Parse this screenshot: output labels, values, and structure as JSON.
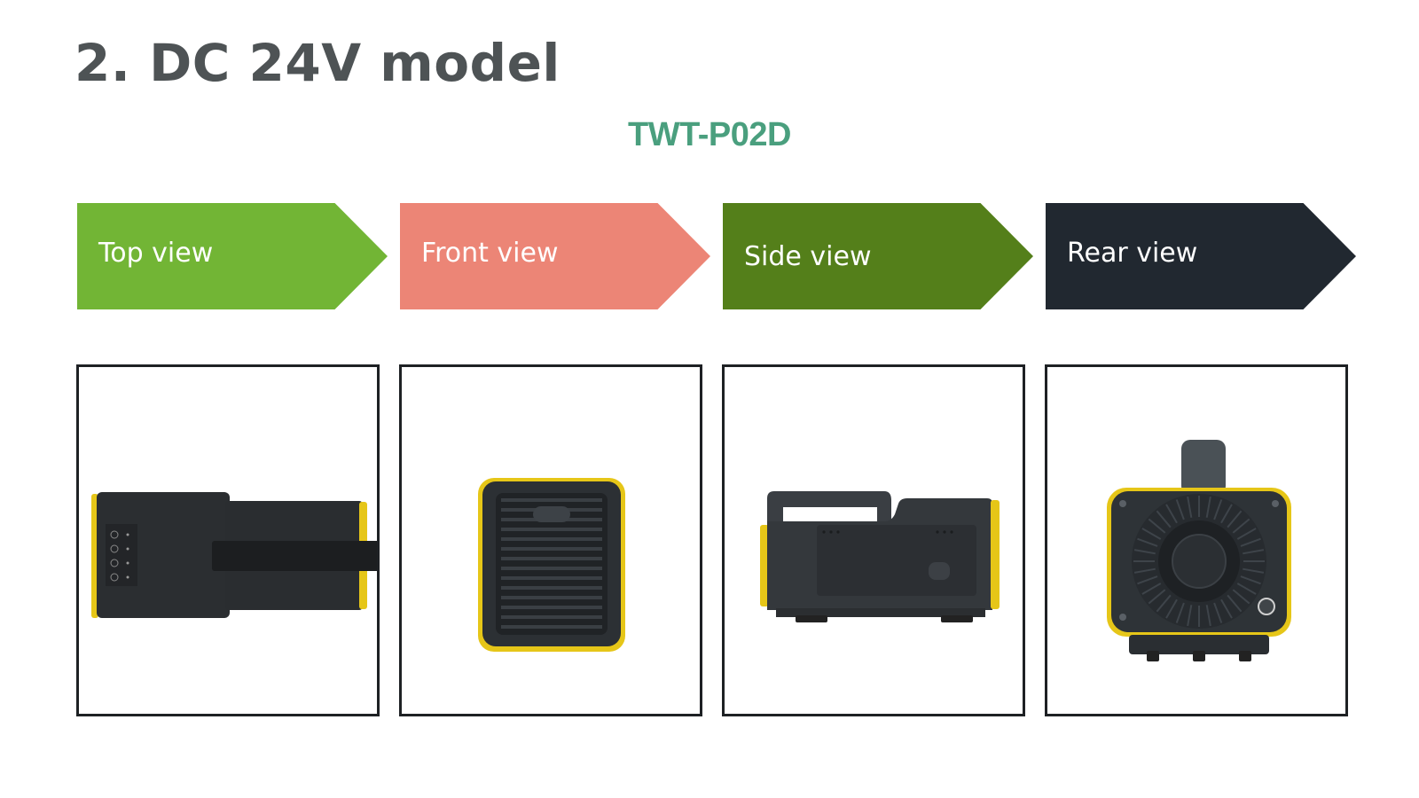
{
  "page": {
    "title": "2. DC 24V model",
    "model_code": "TWT-P02D",
    "model_code_color": "#4a9f7e"
  },
  "views": [
    {
      "label": "Top view",
      "color": "#72b535",
      "icon": "top-view-photo"
    },
    {
      "label": "Front view",
      "color": "#ec8576",
      "icon": "front-view-photo"
    },
    {
      "label": "Side view",
      "color": "#547f1a",
      "icon": "side-view-photo"
    },
    {
      "label": "Rear view",
      "color": "#212830",
      "icon": "rear-view-photo"
    }
  ]
}
